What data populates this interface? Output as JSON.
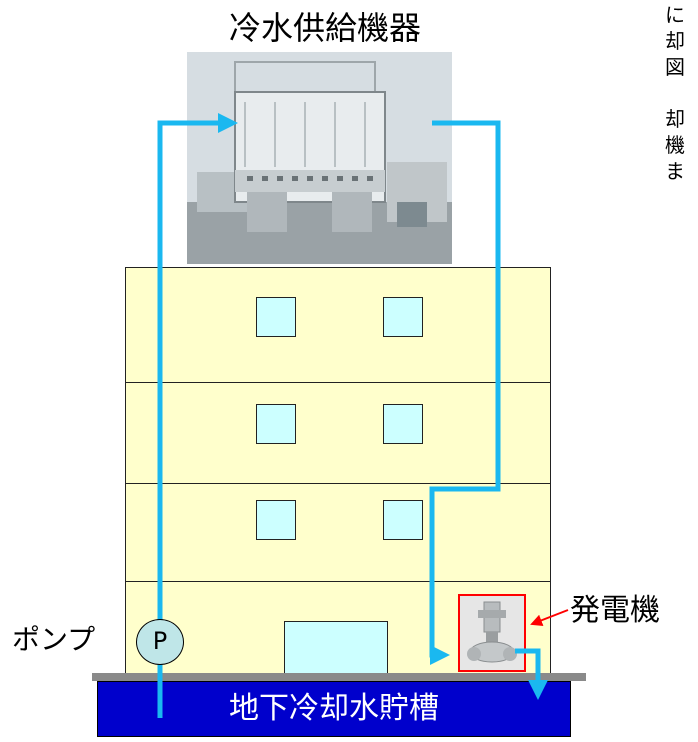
{
  "title": "冷水供給機器",
  "pump": {
    "label": "ポンプ",
    "symbol": "P"
  },
  "generator": {
    "label": "発電機"
  },
  "tank": {
    "label": "地下冷却水貯槽"
  },
  "side_text": {
    "lines": [
      "に",
      "却",
      "図",
      "",
      "却",
      "機",
      "ま"
    ]
  },
  "colors": {
    "pipe": "#1ab8f0",
    "building": "#ffffcc",
    "window": "#ccffff",
    "tank": "#0000cc",
    "generator_border": "#ff0000"
  }
}
